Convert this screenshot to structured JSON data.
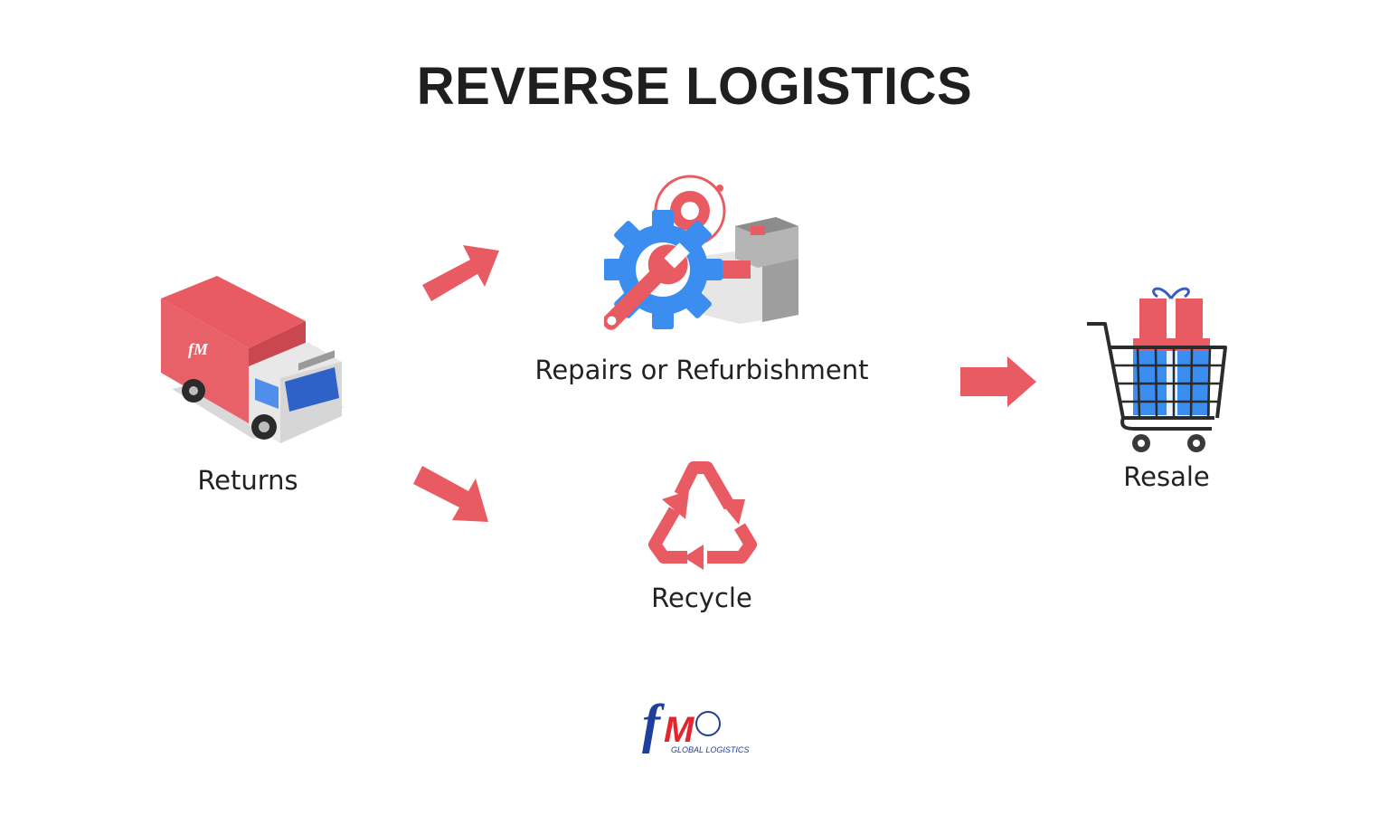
{
  "title": "REVERSE LOGISTICS",
  "nodes": {
    "returns": {
      "label": "Returns",
      "icon": "delivery-truck-icon"
    },
    "repairs": {
      "label": "Repairs or Refurbishment",
      "icon": "gear-wrench-boxes-icon"
    },
    "recycle": {
      "label": "Recycle",
      "icon": "recycle-icon"
    },
    "resale": {
      "label": "Resale",
      "icon": "shopping-cart-gifts-icon"
    }
  },
  "edges": [
    {
      "from": "Returns",
      "to": "Repairs or Refurbishment"
    },
    {
      "from": "Returns",
      "to": "Recycle"
    },
    {
      "from": "Repairs or Refurbishment",
      "to": "Resale"
    }
  ],
  "logo": {
    "mark": "fM",
    "text": "GLOBAL LOGISTICS"
  },
  "colors": {
    "accent": "#e95b62",
    "blue": "#3b8ef0",
    "title": "#1f1f1f",
    "box_grey": "#9e9e9e"
  }
}
